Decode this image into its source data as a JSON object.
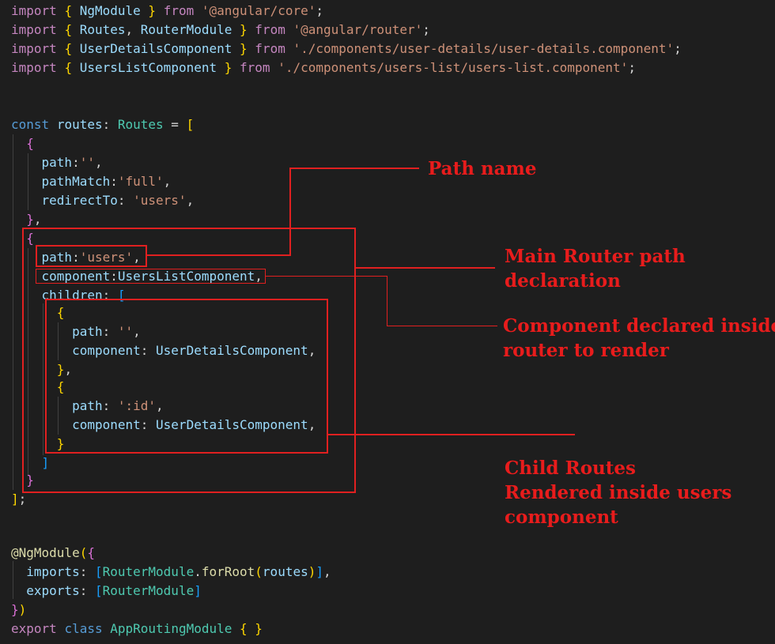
{
  "code": {
    "l1": [
      "import",
      "{",
      "NgModule",
      "}",
      "from",
      "'@angular/core'",
      ";"
    ],
    "l2": [
      "import",
      "{",
      "Routes",
      "RouterModule",
      "}",
      "from",
      "'@angular/router'",
      ";"
    ],
    "l3": [
      "import",
      "{",
      "UserDetailsComponent",
      "}",
      "from",
      "'./components/user-details/user-details.component'",
      ";"
    ],
    "l4": [
      "import",
      "{",
      "UsersListComponent",
      "}",
      "from",
      "'./components/users-list/users-list.component'",
      ";"
    ],
    "l7": [
      "const",
      "routes",
      "Routes",
      "["
    ],
    "l8": "{",
    "l9": [
      "path",
      "''"
    ],
    "l10": [
      "pathMatch",
      "'full'"
    ],
    "l11": [
      "redirectTo",
      "'users'"
    ],
    "l12": "}",
    "l13": "{",
    "l14": [
      "path",
      "'users'"
    ],
    "l15": [
      "component",
      "UsersListComponent"
    ],
    "l16": [
      "children",
      "["
    ],
    "l17": "{",
    "l18": [
      "path",
      "''"
    ],
    "l19": [
      "component",
      "UserDetailsComponent"
    ],
    "l20": "}",
    "l21": "{",
    "l22": [
      "path",
      "':id'"
    ],
    "l23": [
      "component",
      "UserDetailsComponent"
    ],
    "l24": "}",
    "l25": "]",
    "l26": "}",
    "l27": "]",
    "l30": [
      "@NgModule",
      "(",
      "{"
    ],
    "l31": [
      "imports",
      "[",
      "RouterModule",
      "forRoot",
      "(",
      "routes",
      ")",
      "]"
    ],
    "l32": [
      "exports",
      "[",
      "RouterModule",
      "]"
    ],
    "l33": [
      "}",
      ")"
    ],
    "l34": [
      "export",
      "class",
      "AppRoutingModule",
      "{",
      "}"
    ]
  },
  "annotations": {
    "path_name": "Path name",
    "main_router": "Main Router path\ndeclaration",
    "component_declared": "Component declared inside\nrouter to render",
    "child_routes": "Child Routes\nRendered inside users\ncomponent"
  },
  "colors": {
    "background": "#1e1e1e",
    "keyword": "#569cd6",
    "import_keyword": "#c586c0",
    "string": "#ce9178",
    "type": "#4ec9b0",
    "function": "#dcdcaa",
    "annotation": "#e02020"
  }
}
